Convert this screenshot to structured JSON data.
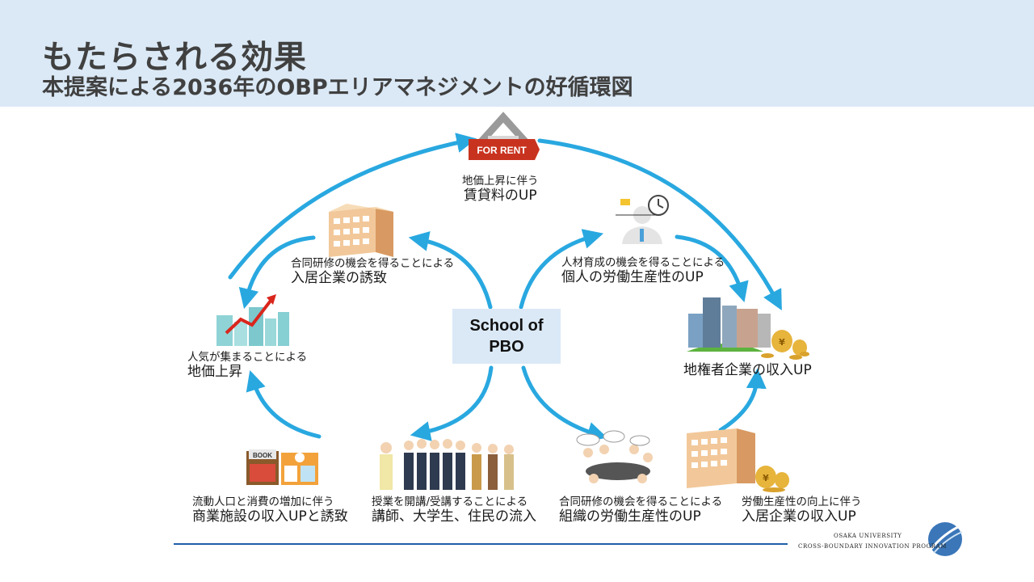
{
  "header": {
    "title": "もたらされる効果",
    "subtitle": "本提案による2036年のOBPエリアマネジメントの好循環図"
  },
  "center": {
    "line1": "School of",
    "line2": "PBO"
  },
  "nodes": {
    "rent": {
      "small": "地価上昇に伴う",
      "big": "賃貸料のUP",
      "sign": "FOR RENT"
    },
    "personal": {
      "small": "人材育成の機会を得ることによる",
      "big": "個人の労働生産性のUP"
    },
    "landowner": {
      "big": "地権者企業の収入UP"
    },
    "tenant_income": {
      "small": "労働生産性の向上に伴う",
      "big": "入居企業の収入UP"
    },
    "org": {
      "small": "合同研修の機会を得ることによる",
      "big": "組織の労働生産性のUP"
    },
    "people": {
      "small": "授業を開講/受講することによる",
      "big": "講師、大学生、住民の流入"
    },
    "commerce": {
      "small": "流動人口と消費の増加に伴う",
      "big": "商業施設の収入UPと誘致",
      "sign": "BOOK"
    },
    "landprice": {
      "small": "人気が集まることによる",
      "big": "地価上昇"
    },
    "attract": {
      "small": "合同研修の機会を得ることによる",
      "big": "入居企業の誘致"
    }
  },
  "footer": {
    "uni_line1": "OSAKA UNIVERSITY",
    "uni_line2": "CROSS-BOUNDARY INNOVATION PROGRAM"
  },
  "colors": {
    "arrow": "#29a8e0",
    "header_bg": "#dbe9f6",
    "footer_line": "#1f5fa8"
  }
}
